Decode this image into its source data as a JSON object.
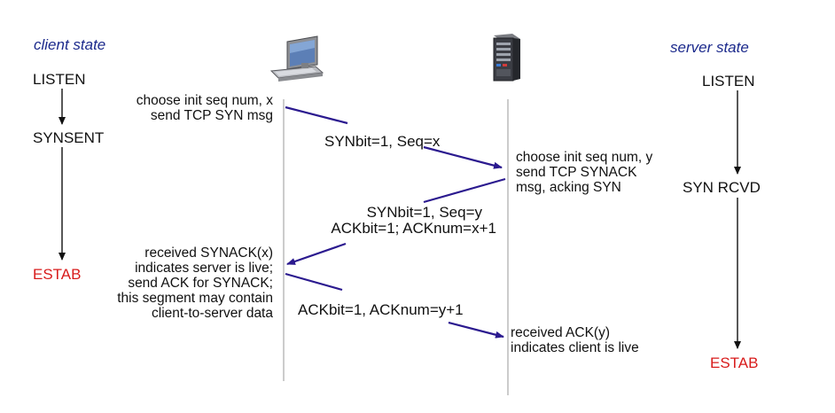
{
  "client": {
    "heading": "client state",
    "states": {
      "listen": "LISTEN",
      "synsent": "SYNSENT",
      "estab": "ESTAB"
    },
    "notes": {
      "syn": [
        "choose init seq num, x",
        "send TCP SYN msg"
      ],
      "ack": [
        "received SYNACK(x)",
        "indicates server is live;",
        "send ACK for SYNACK;",
        "this segment may contain",
        "client-to-server data"
      ]
    }
  },
  "server": {
    "heading": "server state",
    "states": {
      "listen": "LISTEN",
      "synrcvd": "SYN RCVD",
      "estab": "ESTAB"
    },
    "notes": {
      "synack": [
        "choose init seq num, y",
        "send TCP SYNACK",
        "msg, acking SYN"
      ],
      "ack": [
        "received ACK(y)",
        "indicates client is live"
      ]
    }
  },
  "segments": {
    "syn": "SYNbit=1, Seq=x",
    "synack": [
      "SYNbit=1, Seq=y",
      "ACKbit=1; ACKnum=x+1"
    ],
    "ack": "ACKbit=1, ACKnum=y+1"
  },
  "colors": {
    "arrow": "#2b1a8f",
    "state_estab": "#d81b1b",
    "heading": "#1c2a8c",
    "timeline": "#9a9a9a"
  },
  "icons": {
    "client": "desktop-computer-icon",
    "server": "server-tower-icon"
  }
}
